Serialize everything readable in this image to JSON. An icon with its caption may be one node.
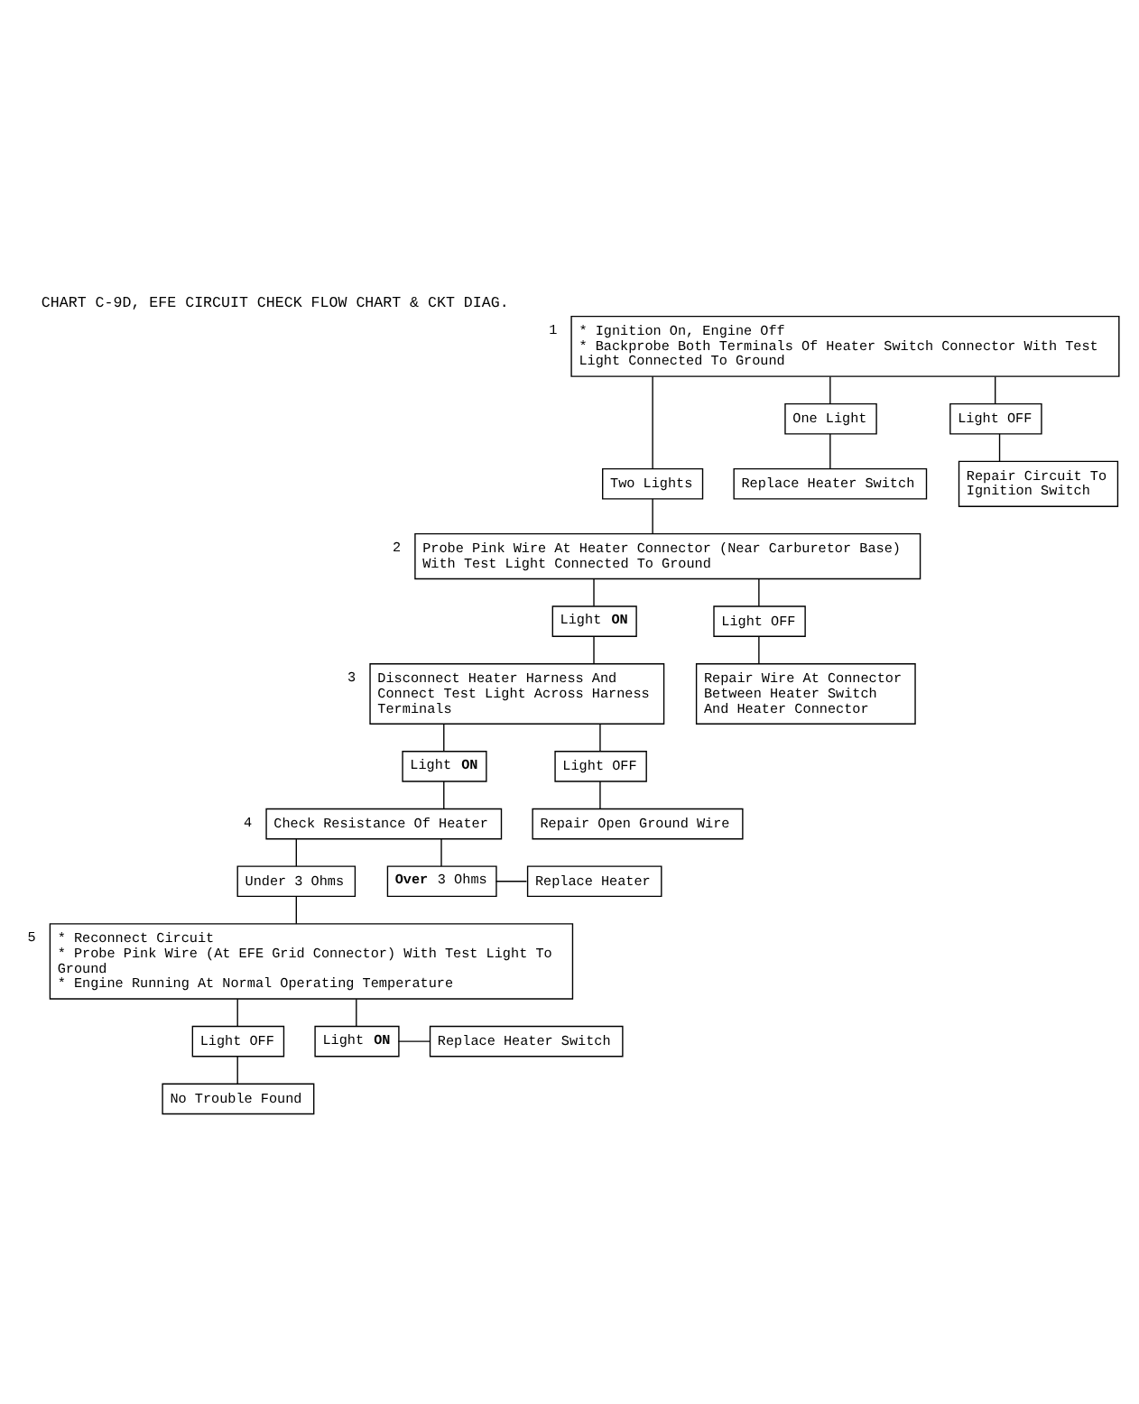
{
  "diagram": {
    "title": "CHART C-9D, EFE CIRCUIT CHECK FLOW CHART & CKT DIAG.",
    "nodes": [
      {
        "text": [
          "* Ignition On, Engine Off",
          "* Backprobe Both Terminals Of Heater Switch Connector With Test Light Connected To Ground"
        ],
        "beside": [
          "1"
        ]
      },
      {
        "text": [
          "One Light"
        ]
      },
      {
        "text": [
          "Light OFF"
        ]
      },
      {
        "text": [
          "Replace Heater Switch"
        ]
      },
      {
        "text": [
          "Repair Circuit To Ignition Switch"
        ]
      },
      {
        "text": [
          "Two Lights"
        ]
      },
      {
        "text": [
          "Probe Pink Wire At Heater Connector (Near Carburetor Base) With Test Light Connected To Ground"
        ],
        "beside": [
          "2"
        ]
      },
      {
        "text": [
          "Light **ON**"
        ]
      },
      {
        "text": [
          "Light OFF"
        ]
      },
      {
        "text": [
          "Disconnect Heater Harness And Connect Test Light Across Harness Terminals"
        ],
        "beside": [
          "3"
        ]
      },
      {
        "text": [
          "Repair Wire At Connector Between Heater Switch And Heater Connector"
        ]
      },
      {
        "text": [
          "Light **ON**"
        ]
      },
      {
        "text": [
          "Light OFF"
        ]
      },
      {
        "text": [
          "Check Resistance Of Heater"
        ],
        "beside": [
          "4"
        ]
      },
      {
        "text": [
          "Repair Open Ground Wire"
        ]
      },
      {
        "text": [
          "Under 3 Ohms"
        ]
      },
      {
        "text": [
          "**Over** 3 Ohms"
        ]
      },
      {
        "text": [
          "Replace Heater"
        ]
      },
      {
        "text": [
          "* Reconnect Circuit",
          "* Probe Pink Wire (At EFE Grid Connector) With Test Light To Ground",
          "* Engine Running At Normal Operating Temperature"
        ],
        "beside": [
          "5"
        ]
      },
      {
        "text": [
          "Light OFF"
        ]
      },
      {
        "text": [
          "Light **ON**"
        ]
      },
      {
        "text": [
          "Replace Heater Switch"
        ]
      },
      {
        "text": [
          "No Trouble Found"
        ]
      }
    ],
    "edges": [
      {
        "from": 0,
        "to": 5,
        "arrow": "none"
      },
      {
        "from": 0,
        "to": 1,
        "arrow": "none"
      },
      {
        "from": 0,
        "to": 2,
        "arrow": "none"
      },
      {
        "from": 1,
        "to": 3,
        "arrow": "none"
      },
      {
        "from": 2,
        "to": 4,
        "arrow": "none"
      },
      {
        "from": 5,
        "to": 6,
        "arrow": "none"
      },
      {
        "from": 6,
        "to": 7,
        "arrow": "none"
      },
      {
        "from": 6,
        "to": 8,
        "arrow": "none"
      },
      {
        "from": 7,
        "to": 9,
        "arrow": "none"
      },
      {
        "from": 8,
        "to": 10,
        "arrow": "none"
      },
      {
        "from": 9,
        "to": 11,
        "arrow": "none"
      },
      {
        "from": 9,
        "to": 12,
        "arrow": "none"
      },
      {
        "from": 11,
        "to": 13,
        "arrow": "none"
      },
      {
        "from": 12,
        "to": 14,
        "arrow": "none"
      },
      {
        "from": 13,
        "to": 15,
        "arrow": "none"
      },
      {
        "from": 13,
        "to": 16,
        "arrow": "none"
      },
      {
        "from": 16,
        "to": 17,
        "arrow": "none"
      },
      {
        "from": 15,
        "to": 18,
        "arrow": "none"
      },
      {
        "from": 18,
        "to": 19,
        "arrow": "none"
      },
      {
        "from": 18,
        "to": 20,
        "arrow": "none"
      },
      {
        "from": 20,
        "to": 21,
        "arrow": "none"
      },
      {
        "from": 19,
        "to": 22,
        "arrow": "none"
      }
    ]
  }
}
